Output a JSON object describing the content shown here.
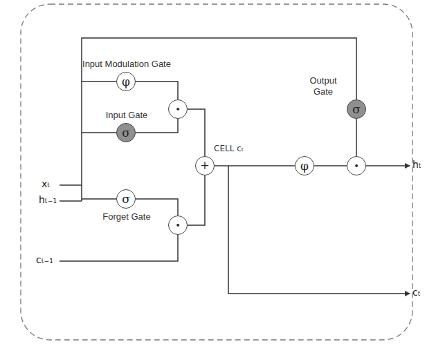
{
  "diagram": {
    "nodes": [
      {
        "text": [
          "Input Modulation Gate",
          "φ"
        ]
      },
      {
        "text": [
          "Input Gate",
          "σ"
        ]
      },
      {
        "text": [
          "•"
        ]
      },
      {
        "text": [
          "σ",
          "Forget Gate"
        ]
      },
      {
        "text": [
          "•"
        ]
      },
      {
        "text": [
          "CELL cₜ",
          "+"
        ]
      },
      {
        "text": [
          "Output Gate",
          "σ"
        ]
      },
      {
        "text": [
          "φ"
        ]
      },
      {
        "text": [
          "•"
        ]
      }
    ],
    "edges": [
      {
        "from": 0,
        "to": 2,
        "arrow": "none"
      },
      {
        "from": 1,
        "to": 2,
        "arrow": "none"
      },
      {
        "from": 2,
        "to": 5,
        "arrow": "none"
      },
      {
        "from": 3,
        "to": 4,
        "arrow": "none"
      },
      {
        "from": 4,
        "to": 5,
        "arrow": "none"
      },
      {
        "from": 5,
        "to": 7,
        "arrow": "none"
      },
      {
        "from": 7,
        "to": 8,
        "arrow": "none"
      },
      {
        "from": 6,
        "to": 8,
        "arrow": "none"
      }
    ],
    "labels": [
      "xₜ",
      "hₜ₋₁",
      "cₜ₋₁",
      "hₜ",
      "cₜ"
    ]
  }
}
